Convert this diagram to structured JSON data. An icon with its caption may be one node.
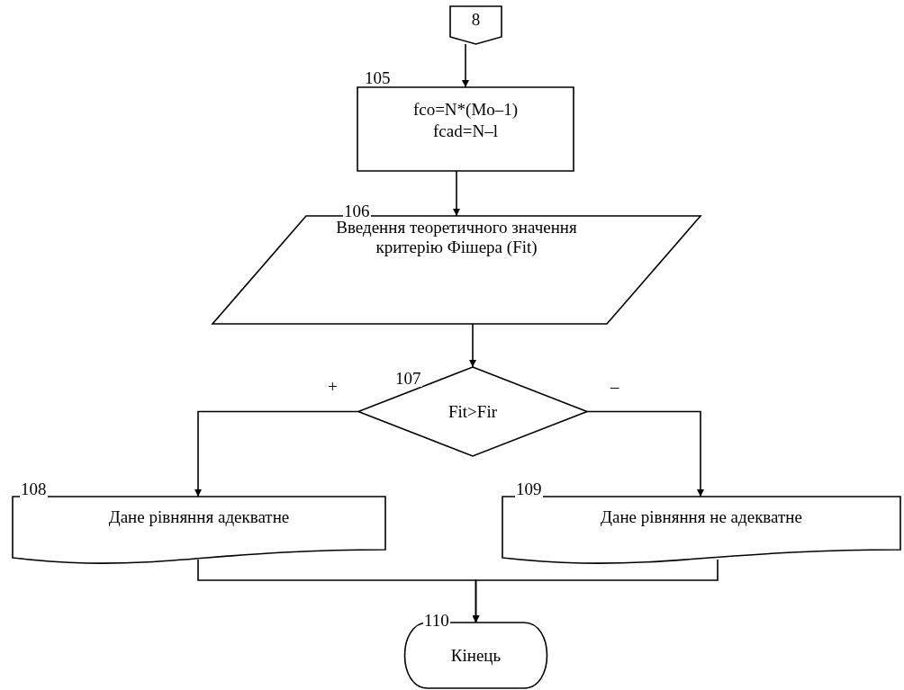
{
  "diagram": {
    "nodes": [
      {
        "text": [
          "8"
        ]
      },
      {
        "text": [
          "fco=N*(Mo–1)",
          "fcad=N–l"
        ],
        "beside": [
          "105"
        ]
      },
      {
        "text": [
          "Введення теоретичного значення критерію Фішера (Fit)"
        ],
        "beside": [
          "106"
        ]
      },
      {
        "text": [
          "Fit>Fir"
        ],
        "beside": [
          "107"
        ]
      },
      {
        "text": [
          "Дане рівняння адекватне"
        ],
        "beside": [
          "108"
        ]
      },
      {
        "text": [
          "Дане рівняння не адекватне"
        ],
        "beside": [
          "109"
        ]
      },
      {
        "text": [
          "Кінець"
        ],
        "beside": [
          "110"
        ]
      }
    ],
    "edges": [
      {
        "from": 0,
        "to": 1,
        "arrow": "to"
      },
      {
        "from": 1,
        "to": 2,
        "arrow": "to"
      },
      {
        "from": 2,
        "to": 3,
        "arrow": "to"
      },
      {
        "from": 3,
        "to": 4,
        "arrow": "to",
        "label": "+"
      },
      {
        "from": 3,
        "to": 5,
        "arrow": "to",
        "label": "–"
      },
      {
        "from": 4,
        "to": 6,
        "arrow": "to"
      },
      {
        "from": 5,
        "to": 6,
        "arrow": "to"
      }
    ]
  }
}
